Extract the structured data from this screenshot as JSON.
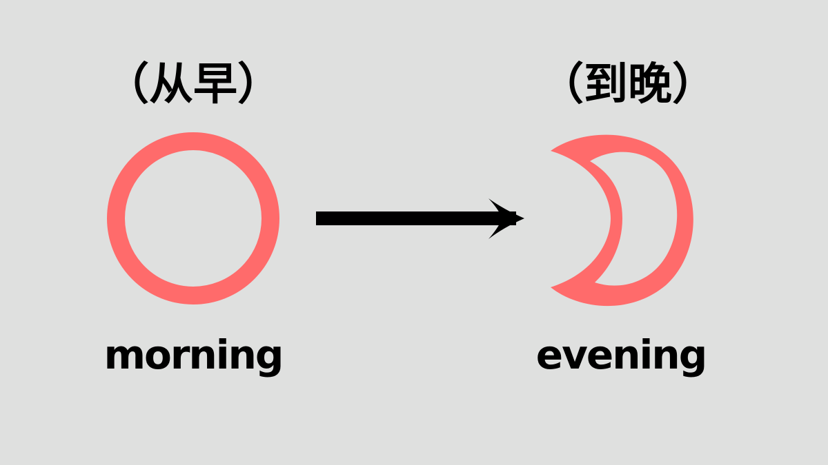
{
  "colors": {
    "background": "#dfe0df",
    "icon": "#ff6b6b",
    "text": "#000000",
    "arrow": "#000000"
  },
  "left": {
    "top_label": "（从早）",
    "bottom_label": "morning",
    "icon": "circle-outline-icon"
  },
  "right": {
    "top_label": "（到晚）",
    "bottom_label": "evening",
    "icon": "crescent-moon-icon"
  },
  "connector": {
    "icon": "right-arrow-icon"
  }
}
